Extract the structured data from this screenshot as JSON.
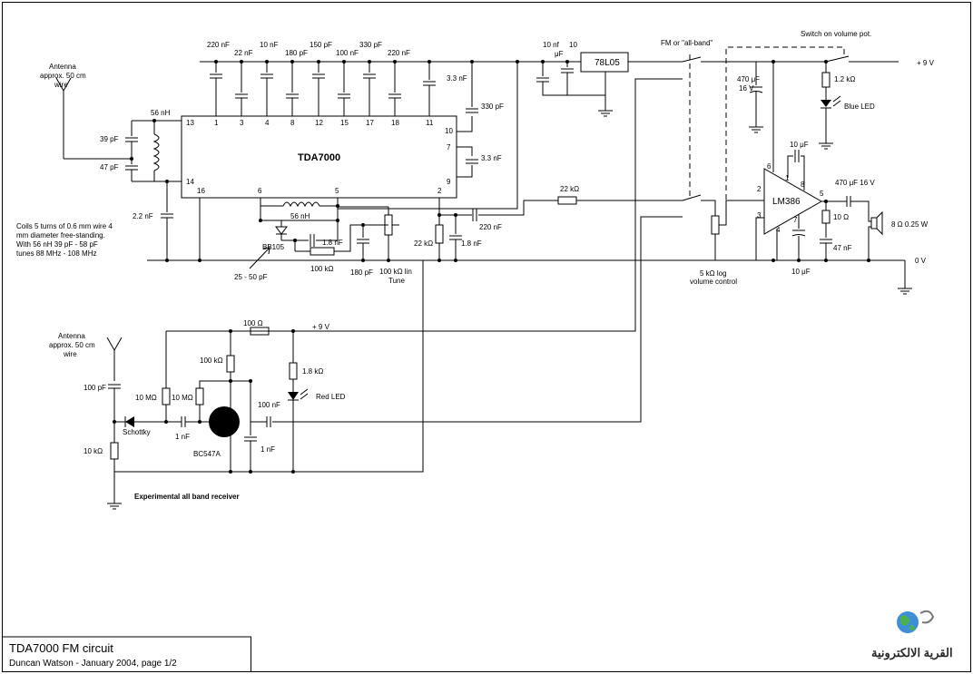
{
  "title_block": {
    "title": "TDA7000 FM circuit",
    "author_line": "Duncan Watson - January 2004,  page 1/2"
  },
  "logo_text": "القرية الالكترونية",
  "chips": {
    "tda": "TDA7000",
    "lm386": "LM386",
    "regulator": "78L05"
  },
  "tda_pins": [
    "13",
    "1",
    "3",
    "4",
    "8",
    "12",
    "15",
    "17",
    "18",
    "11",
    "10",
    "7",
    "9",
    "14",
    "16",
    "6",
    "5",
    "2"
  ],
  "lm_pins": [
    "6",
    "1",
    "8",
    "2",
    "3",
    "7",
    "4",
    "5"
  ],
  "caps_top": [
    "220 nF",
    "22 nF",
    "10 nF",
    "180 pF",
    "150 pF",
    "100 nF",
    "330 pF",
    "220 nF"
  ],
  "labels": {
    "antenna1": "Antenna",
    "antenna1b": "approx. 50 cm",
    "antenna1c": "wire",
    "l56_top": "56 nH",
    "c39": "39 pF",
    "c47": "47 pF",
    "c22n": "2.2 nF",
    "c33_11": "3.3 nF",
    "c330_10": "330 pF",
    "c33_7": "3.3 nF",
    "coil_note1": "Coils 5 turns of 0.6 mm wire 4",
    "coil_note2": "mm diameter free-standing.",
    "coil_note3": "With 56 nH 39 pF - 58 pF",
    "coil_note4": "tunes 88 MHz - 108 MHz",
    "l56_bot": "56 nH",
    "bb105": "BB105",
    "c18n_a": "1.8 nF",
    "r100k_a": "100 kΩ",
    "c180": "180 pF",
    "pot_tune1": "100 kΩ  lin",
    "pot_tune2": "Tune",
    "trim": "25 - 50 pF",
    "r22k_a": "22 kΩ",
    "c18n_b": "1.8 nF",
    "c220n": "220 nF",
    "r22k_b": "22 kΩ",
    "c10nf": "10 nf",
    "c10uf_reg1": "10",
    "c10uf_reg2": "μF",
    "sw_fm": "FM or \"all-band\"",
    "sw_vol": "Switch on volume pot.",
    "v9": "+ 9 V",
    "c470a": "470 μF",
    "c470b": "16 V",
    "r12k": "1.2 kΩ",
    "blue_led": "Blue LED",
    "c10u_top": "10 μF",
    "c470_out": "470 μF 16 V",
    "r10": "10 Ω",
    "c47n": "47 nF",
    "speaker": "8 Ω 0.25 W",
    "v0": "0 V",
    "c10u_bot": "10 μF",
    "vol1": "5 kΩ  log",
    "vol2": "volume control",
    "antenna2": "Antenna",
    "antenna2b": "approx. 50 cm",
    "antenna2c": "wire",
    "r100": "100 Ω",
    "v9b": "+ 9 V",
    "r100k_b": "100 kΩ",
    "r18k": "1.8 kΩ",
    "red_led": "Red LED",
    "c100pf": "100 pF",
    "r10m_a": "10 MΩ",
    "r10m_b": "10 MΩ",
    "c100nf": "100 nF",
    "schottky": "Schottky",
    "c1nf_a": "1 nF",
    "c1nf_b": "1 nF",
    "bc547": "BC547A",
    "r10k": "10 kΩ",
    "exp": "Experimental all band receiver"
  }
}
